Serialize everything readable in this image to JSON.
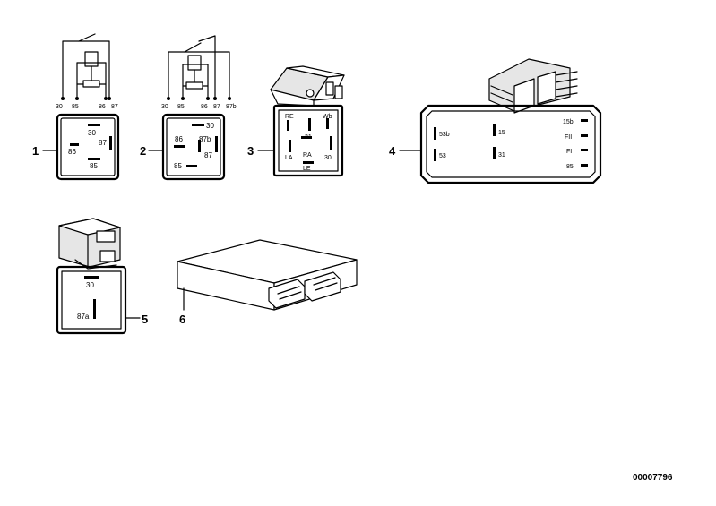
{
  "callouts": [
    "1",
    "2",
    "3",
    "4",
    "5",
    "6"
  ],
  "part1": {
    "schematic_pins": [
      "30",
      "85",
      "86",
      "87"
    ],
    "face_pins": [
      "30",
      "86",
      "87",
      "85"
    ]
  },
  "part2": {
    "schematic_pins": [
      "30",
      "85",
      "86",
      "87",
      "87b"
    ],
    "face_pins": [
      "30",
      "86",
      "87b",
      "87",
      "85"
    ]
  },
  "part3": {
    "face_pins": [
      "RE",
      "Wb",
      "31",
      "LA",
      "RA",
      "30",
      "LE"
    ]
  },
  "part4": {
    "face_pins": [
      "53b",
      "15",
      "15b",
      "FII",
      "FI",
      "53",
      "31",
      "85"
    ]
  },
  "part5": {
    "face_pins": [
      "30",
      "87a"
    ]
  },
  "diagram_code": "00007796"
}
